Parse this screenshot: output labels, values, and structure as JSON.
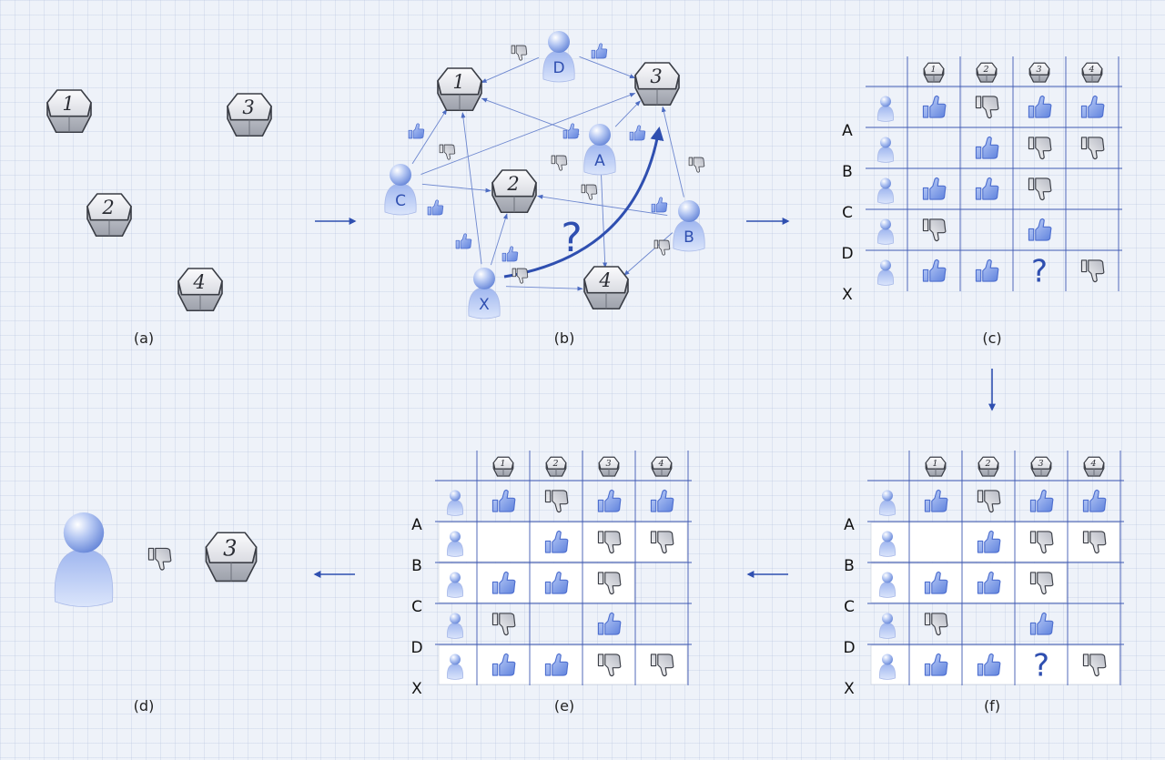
{
  "panels": {
    "a": {
      "caption": "(a)",
      "items": [
        "1",
        "2",
        "3",
        "4"
      ]
    },
    "b": {
      "caption": "(b)",
      "users": [
        "D",
        "A",
        "C",
        "B",
        "X"
      ],
      "items": [
        "1",
        "2",
        "3",
        "4"
      ],
      "unknown": "?"
    },
    "c": {
      "caption": "(c)"
    },
    "d": {
      "caption": "(d)",
      "item": "3"
    },
    "e": {
      "caption": "(e)"
    },
    "f": {
      "caption": "(f)"
    }
  },
  "matrix": {
    "columns": [
      "1",
      "2",
      "3",
      "4"
    ],
    "rows": [
      {
        "user": "A",
        "ratings": [
          "up",
          "down",
          "up",
          "up"
        ]
      },
      {
        "user": "B",
        "ratings": [
          "",
          "up",
          "down",
          "down"
        ]
      },
      {
        "user": "C",
        "ratings": [
          "up",
          "up",
          "down",
          ""
        ]
      },
      {
        "user": "D",
        "ratings": [
          "down",
          "",
          "up",
          ""
        ]
      },
      {
        "user": "X",
        "ratings": [
          "up",
          "up",
          "?",
          "down"
        ]
      }
    ],
    "completed_x": [
      "up",
      "up",
      "down",
      "down"
    ]
  },
  "colors": {
    "accent": "#2f4fb0",
    "line": "#5b78c8",
    "like": "#6d8fe6",
    "dislike": "#a7acb8"
  },
  "icons": {
    "like": "thumbs-up-icon",
    "dislike": "thumbs-down-icon",
    "user": "user-icon",
    "item": "item-hexagon-icon",
    "arrow": "arrow-right-icon"
  }
}
